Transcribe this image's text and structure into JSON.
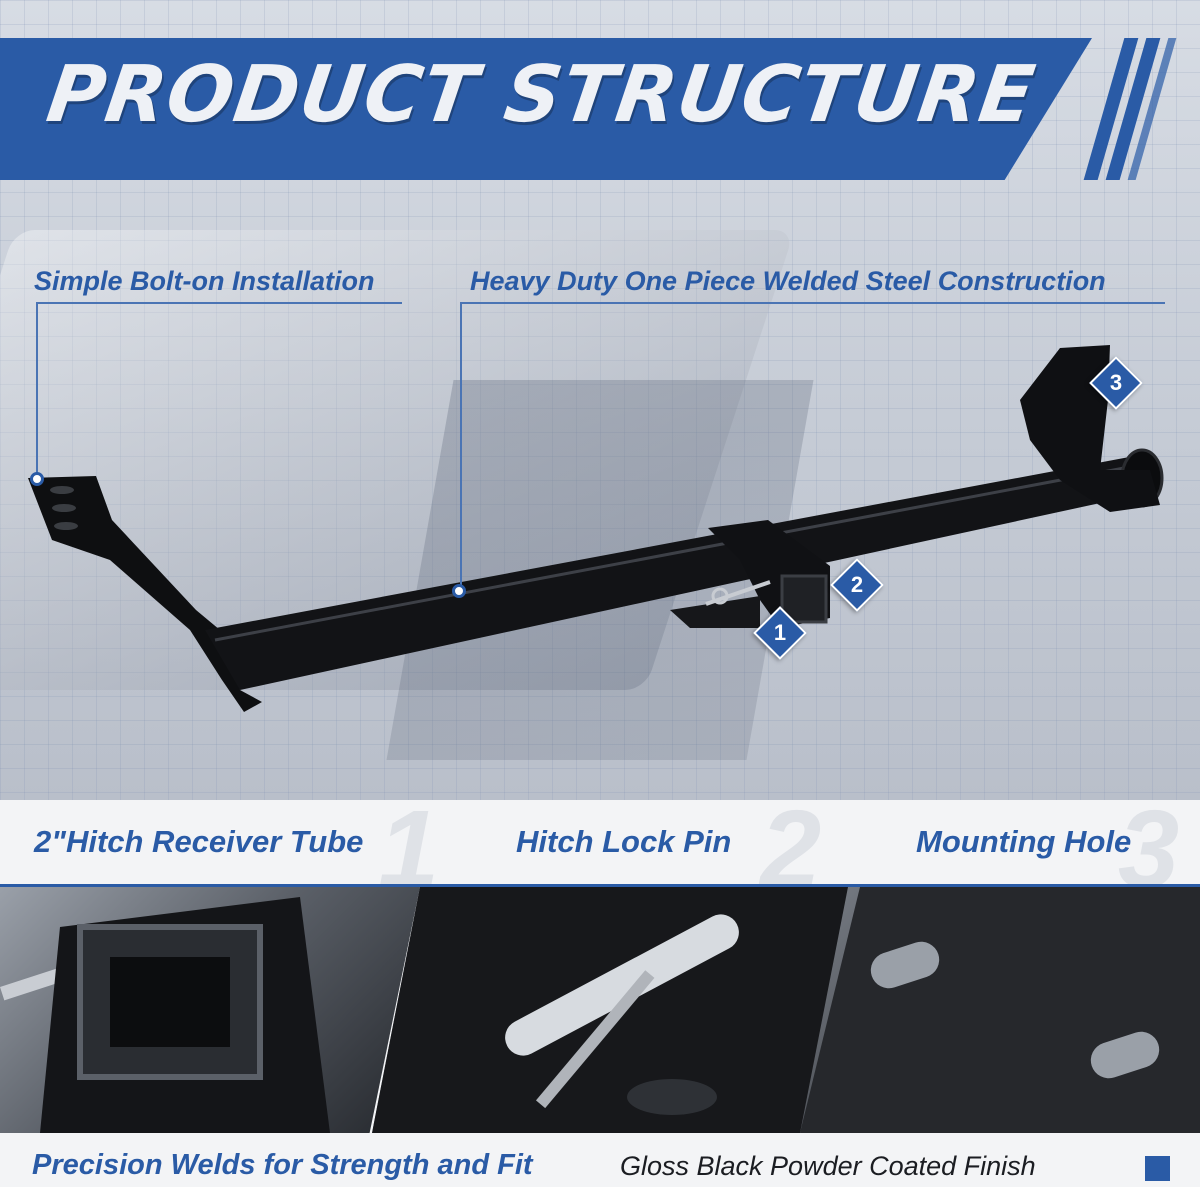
{
  "banner": {
    "title": "PRODUCT STRUCTURE"
  },
  "callouts": {
    "left": "Simple Bolt-on Installation",
    "right": "Heavy Duty One Piece Welded Steel Construction"
  },
  "badges": [
    "1",
    "2",
    "3"
  ],
  "features": [
    {
      "number": "1",
      "label": "2\"Hitch Receiver Tube"
    },
    {
      "number": "2",
      "label": "Hitch Lock Pin"
    },
    {
      "number": "3",
      "label": "Mounting Hole"
    }
  ],
  "footer": {
    "left": "Precision Welds for Strength and Fit",
    "right": "Gloss Black Powder Coated Finish",
    "swatch_color": "#2a5ba6"
  },
  "colors": {
    "accent": "#2a5ba6",
    "finish": "#111214"
  }
}
